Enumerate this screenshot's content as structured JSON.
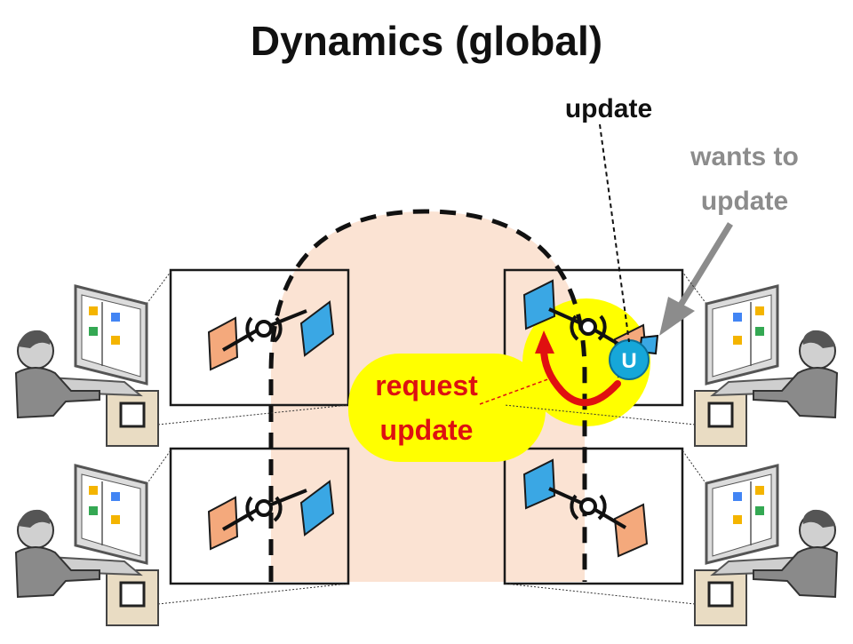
{
  "title": "Dynamics (global)",
  "labels": {
    "update": "update",
    "wants_line1": "wants to",
    "wants_line2": "update",
    "request_line1": "request",
    "request_line2": "update",
    "u_badge": "U"
  },
  "colors": {
    "region_fill": "#fbe3d3",
    "highlight": "#ffff00",
    "request_text": "#dd1111",
    "wants_text": "#8c8c8c",
    "arrow_red": "#e01010",
    "arrow_gray": "#8c8c8c",
    "provided_interface": "#3aa7e4",
    "required_interface": "#f4a97c",
    "badge": "#16a7d9"
  },
  "icons": [
    "user-at-computer-icon",
    "component-icon",
    "update-badge-icon"
  ]
}
